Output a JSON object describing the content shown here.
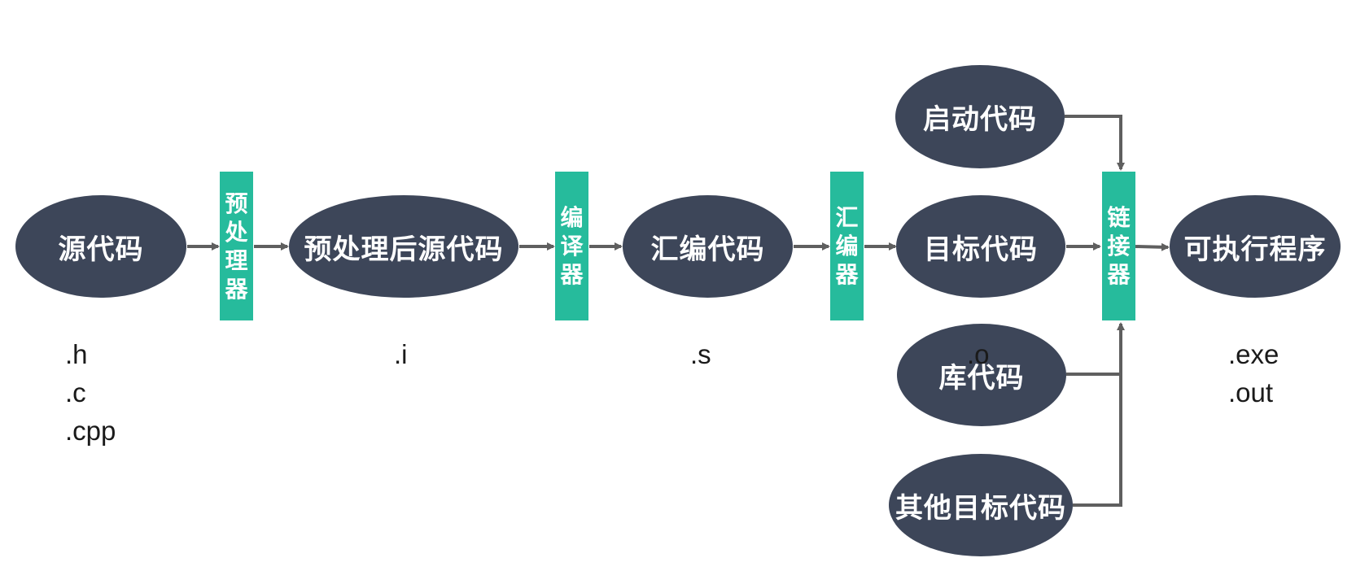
{
  "colors": {
    "node": "#3d4659",
    "tool": "#26bb9c",
    "arrow": "#5f5f5f",
    "ext_text": "#1a1a1a"
  },
  "nodes": {
    "source": "源代码",
    "preprocessed": "预处理后源代码",
    "assembly": "汇编代码",
    "object": "目标代码",
    "startup": "启动代码",
    "library": "库代码",
    "other_objects": "其他目标代码",
    "executable": "可执行程序"
  },
  "tools": {
    "preprocessor": [
      "预",
      "处",
      "理",
      "器"
    ],
    "compiler": [
      "编",
      "译",
      "器"
    ],
    "assembler": [
      "汇",
      "编",
      "器"
    ],
    "linker": [
      "链",
      "接",
      "器"
    ]
  },
  "extensions": {
    "source": [
      ".h",
      ".c",
      ".cpp"
    ],
    "preprocessed": [
      ".i"
    ],
    "assembly": [
      ".s"
    ],
    "object": [
      ".o"
    ],
    "executable": [
      ".exe",
      ".out"
    ]
  }
}
